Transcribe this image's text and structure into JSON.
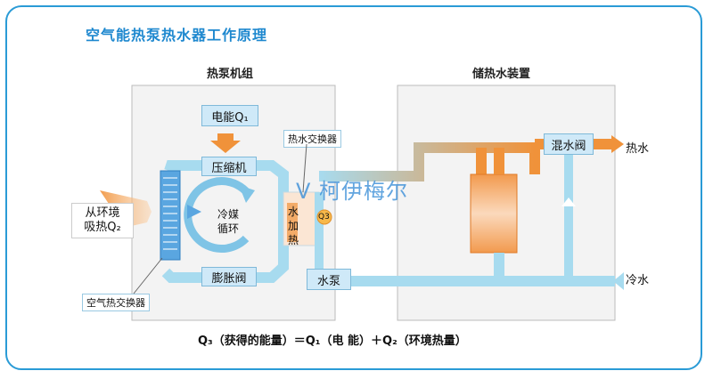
{
  "title": "空气能热泵热水器工作原理",
  "sections": {
    "heat_pump_unit": "热泵机组",
    "storage_device": "储热水装置"
  },
  "components": {
    "electric_energy": "电能Q₁",
    "compressor": "压缩机",
    "expansion_valve": "膨胀阀",
    "refrigerant_cycle_line1": "冷媒",
    "refrigerant_cycle_line2": "循环",
    "heat_water_exchanger": "热水交换器",
    "water_heating_1": "水",
    "water_heating_2": "加",
    "water_heating_3": "热",
    "q3_marker": "Q3",
    "water_pump": "水泵",
    "mixing_valve": "混水阀",
    "hot_water": "热水",
    "cold_water": "冷水",
    "air_exchanger": "空气热交换器",
    "ambient_line1": "从环境",
    "ambient_line2": "吸热Q₂"
  },
  "formula": "Q₃（获得的能量）＝Q₁（电 能）＋Q₂（环境热量）",
  "watermark": "V 柯伊梅尔",
  "colors": {
    "accent_blue": "#1e88cf",
    "pipe_blue": "#a7dbef",
    "pipe_orange": "#f0923a",
    "box_fill": "#cfe9f8"
  }
}
